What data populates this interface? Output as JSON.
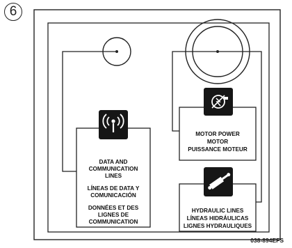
{
  "step_number": "6",
  "data_lines": {
    "en": "DATA AND COMMUNICATION LINES",
    "es": "LÍNEAS DE DATA Y COMUNICACIÓN",
    "fr": "DONNÉES ET DES LIGNES DE COMMUNICATION",
    "icon": "wireless-antenna-icon"
  },
  "motor_power": {
    "en": "MOTOR POWER",
    "es": "MOTOR",
    "fr": "PUISSANCE MOTEUR",
    "icon": "motor-plug-icon"
  },
  "hydraulic_lines": {
    "en": "HYDRAULIC LINES",
    "es": "LÍNEAS HIDRÁULICAS",
    "fr": "LIGNES HYDRAULIQUES",
    "icon": "hydraulic-cylinder-icon"
  },
  "reference_code": "038-894EFS"
}
